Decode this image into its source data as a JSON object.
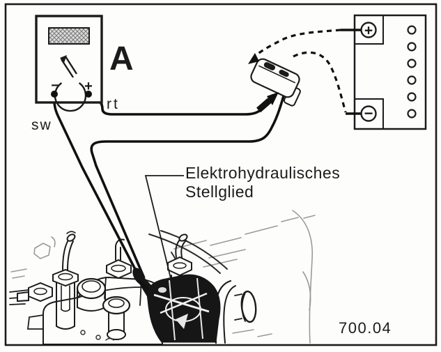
{
  "figure": {
    "number": "700.04",
    "caption": {
      "line1": "Elektrohydraulisches",
      "line2": "Stellglied"
    }
  },
  "ammeter": {
    "unit_label": "A",
    "minus_label": "−",
    "plus_label": "+"
  },
  "wires": {
    "red_label": "rt",
    "black_label": "sw"
  },
  "battery": {
    "plus_symbol": "+",
    "minus_symbol": "−",
    "cell_count": 6
  },
  "colors": {
    "ink": "#1b1b1b",
    "paper": "#fdfdfc",
    "sketch": "#9a9a9a"
  }
}
